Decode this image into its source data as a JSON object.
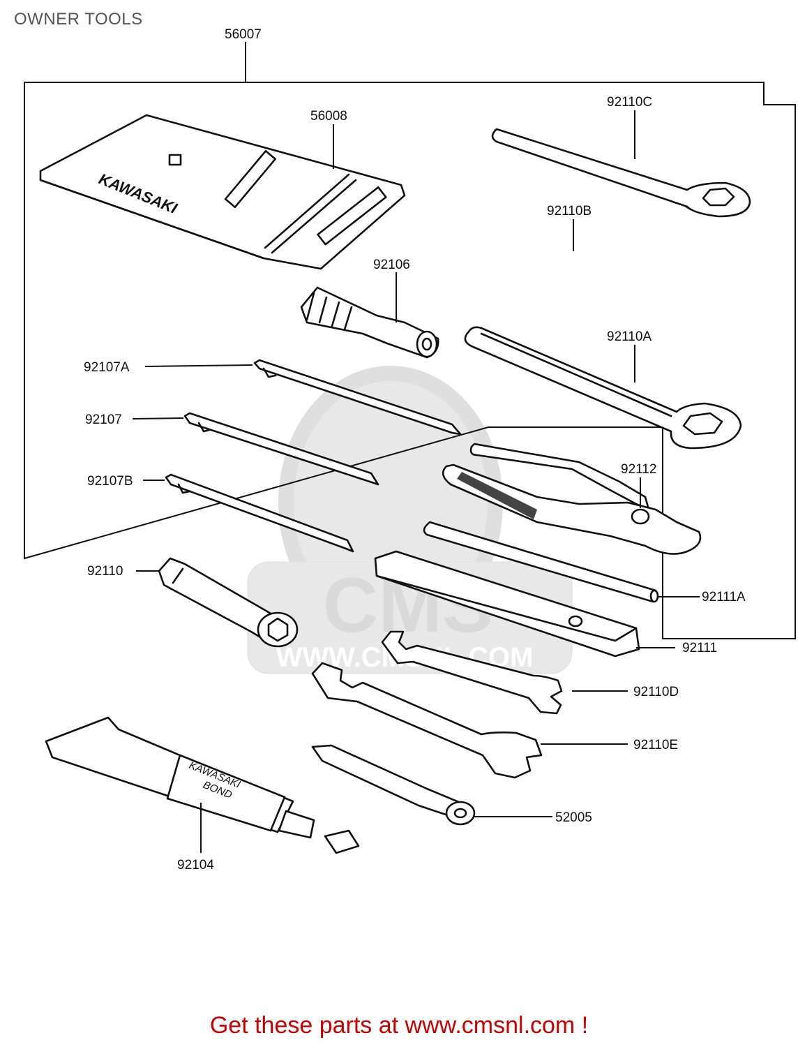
{
  "page": {
    "title": "OWNER TOOLS",
    "footer": "Get these parts at www.cmsnl.com !"
  },
  "watermark": {
    "logo_text": "CMS",
    "url_text": "WWW.CMSNL.COM"
  },
  "tool_labels": {
    "pouch_printed": "KAWASAKI",
    "bond_tube_line1": "KAWASAKI",
    "bond_tube_line2": "BOND"
  },
  "parts": [
    {
      "id": "p56007",
      "number": "56007"
    },
    {
      "id": "p56008",
      "number": "56008"
    },
    {
      "id": "p92110C",
      "number": "92110C"
    },
    {
      "id": "p92110B",
      "number": "92110B"
    },
    {
      "id": "p92106",
      "number": "92106"
    },
    {
      "id": "p92110A",
      "number": "92110A"
    },
    {
      "id": "p92107A",
      "number": "92107A"
    },
    {
      "id": "p92107",
      "number": "92107"
    },
    {
      "id": "p92112",
      "number": "92112"
    },
    {
      "id": "p92107B",
      "number": "92107B"
    },
    {
      "id": "p92110",
      "number": "92110"
    },
    {
      "id": "p92111A",
      "number": "92111A"
    },
    {
      "id": "p92111",
      "number": "92111"
    },
    {
      "id": "p92110D",
      "number": "92110D"
    },
    {
      "id": "p92110E",
      "number": "92110E"
    },
    {
      "id": "p52005",
      "number": "52005"
    },
    {
      "id": "p92104",
      "number": "92104"
    }
  ]
}
